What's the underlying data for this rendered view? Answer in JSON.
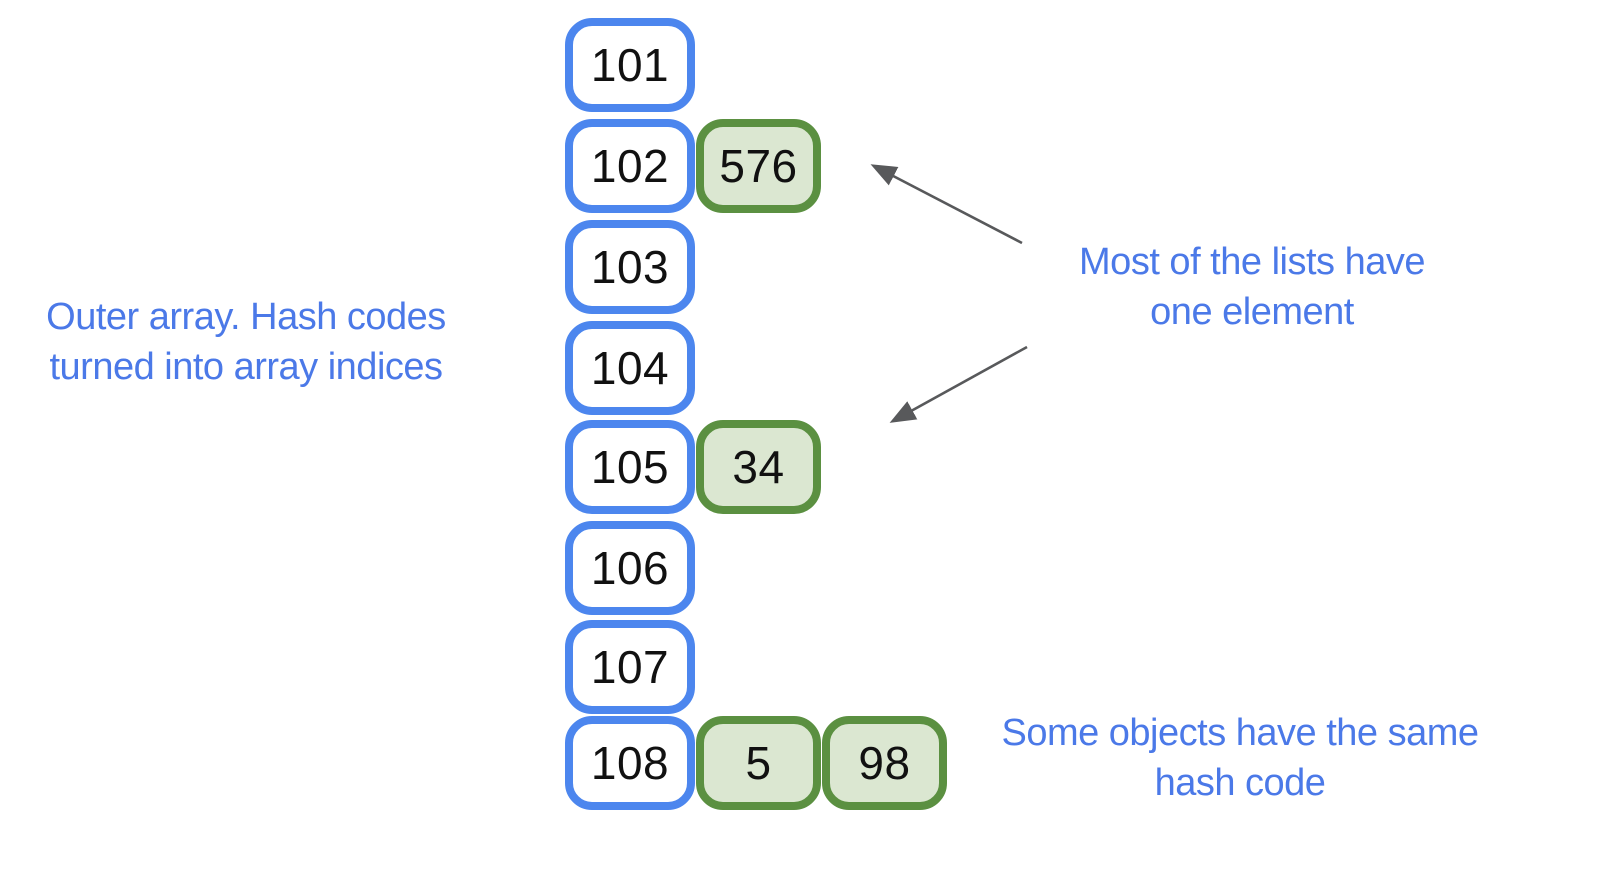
{
  "colors": {
    "background": "#ffffff",
    "index_border": "#4C86EE",
    "index_fill": "#ffffff",
    "value_border": "#5B9041",
    "value_fill": "#DBE7D1",
    "box_text": "#111111",
    "label_text": "#4B79E8",
    "arrow": "#58595B"
  },
  "outer_array": {
    "rows": [
      {
        "index": "101",
        "values": []
      },
      {
        "index": "102",
        "values": [
          "576"
        ]
      },
      {
        "index": "103",
        "values": []
      },
      {
        "index": "104",
        "values": []
      },
      {
        "index": "105",
        "values": [
          "34"
        ]
      },
      {
        "index": "106",
        "values": []
      },
      {
        "index": "107",
        "values": []
      },
      {
        "index": "108",
        "values": [
          "5",
          "98"
        ]
      }
    ]
  },
  "annotations": {
    "outer_array_label": {
      "line1": "Outer array. Hash codes",
      "line2": "turned into array indices"
    },
    "single_element_label": {
      "line1": "Most of the lists have",
      "line2": "one element"
    },
    "collision_label": {
      "line1": "Some objects have the same",
      "line2": "hash code"
    }
  },
  "icons": {
    "arrow_1": "arrow-up-left-icon",
    "arrow_2": "arrow-down-left-icon"
  }
}
